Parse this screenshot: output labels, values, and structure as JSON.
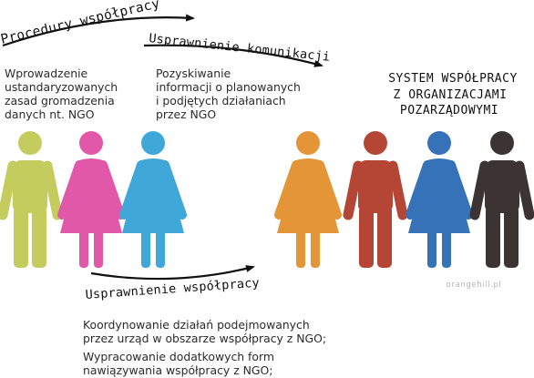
{
  "labels": {
    "procedury": "Procedury współpracy",
    "komunikacja": "Usprawnienie komunikacji",
    "wspolpraca": "Usprawnienie współpracy"
  },
  "texts": {
    "block1": [
      "Wprowadzenie",
      "ustandaryzowanych",
      "zasad gromadzenia",
      "danych nt. NGO"
    ],
    "block2": [
      "Pozyskiwanie",
      "informacji o planowanych",
      "i podjętych działaniach",
      "przez NGO"
    ],
    "block3": [
      "Koordynowanie działań podejmowanych",
      "przez urząd w obszarze współpracy z NGO;"
    ],
    "block4": [
      "Wypracowanie dodatkowych form",
      "nawiązywania współpracy z NGO;"
    ]
  },
  "title": [
    "SYSTEM WSPÓŁPRACY",
    "Z ORGANIZACJAMI",
    "POZARZĄDOWYMI"
  ],
  "watermark": "orangehill.pl",
  "colors": {
    "figure1": "#c5cc5e",
    "figure2": "#e158a8",
    "figure3": "#3fa8d9",
    "figure4": "#e39537",
    "figure5": "#b54534",
    "figure6": "#3572b7",
    "figure7": "#3c3432"
  },
  "figures": [
    {
      "name": "figure-man-green",
      "gender": "male",
      "color": "#c5cc5e"
    },
    {
      "name": "figure-woman-pink",
      "gender": "female",
      "color": "#e158a8"
    },
    {
      "name": "figure-woman-blue",
      "gender": "female",
      "color": "#3fa8d9"
    },
    {
      "name": "figure-woman-orange",
      "gender": "female",
      "color": "#e39537"
    },
    {
      "name": "figure-man-red",
      "gender": "male",
      "color": "#b54534"
    },
    {
      "name": "figure-woman-darkblue",
      "gender": "female",
      "color": "#3572b7"
    },
    {
      "name": "figure-man-dark",
      "gender": "male",
      "color": "#3c3432"
    }
  ]
}
